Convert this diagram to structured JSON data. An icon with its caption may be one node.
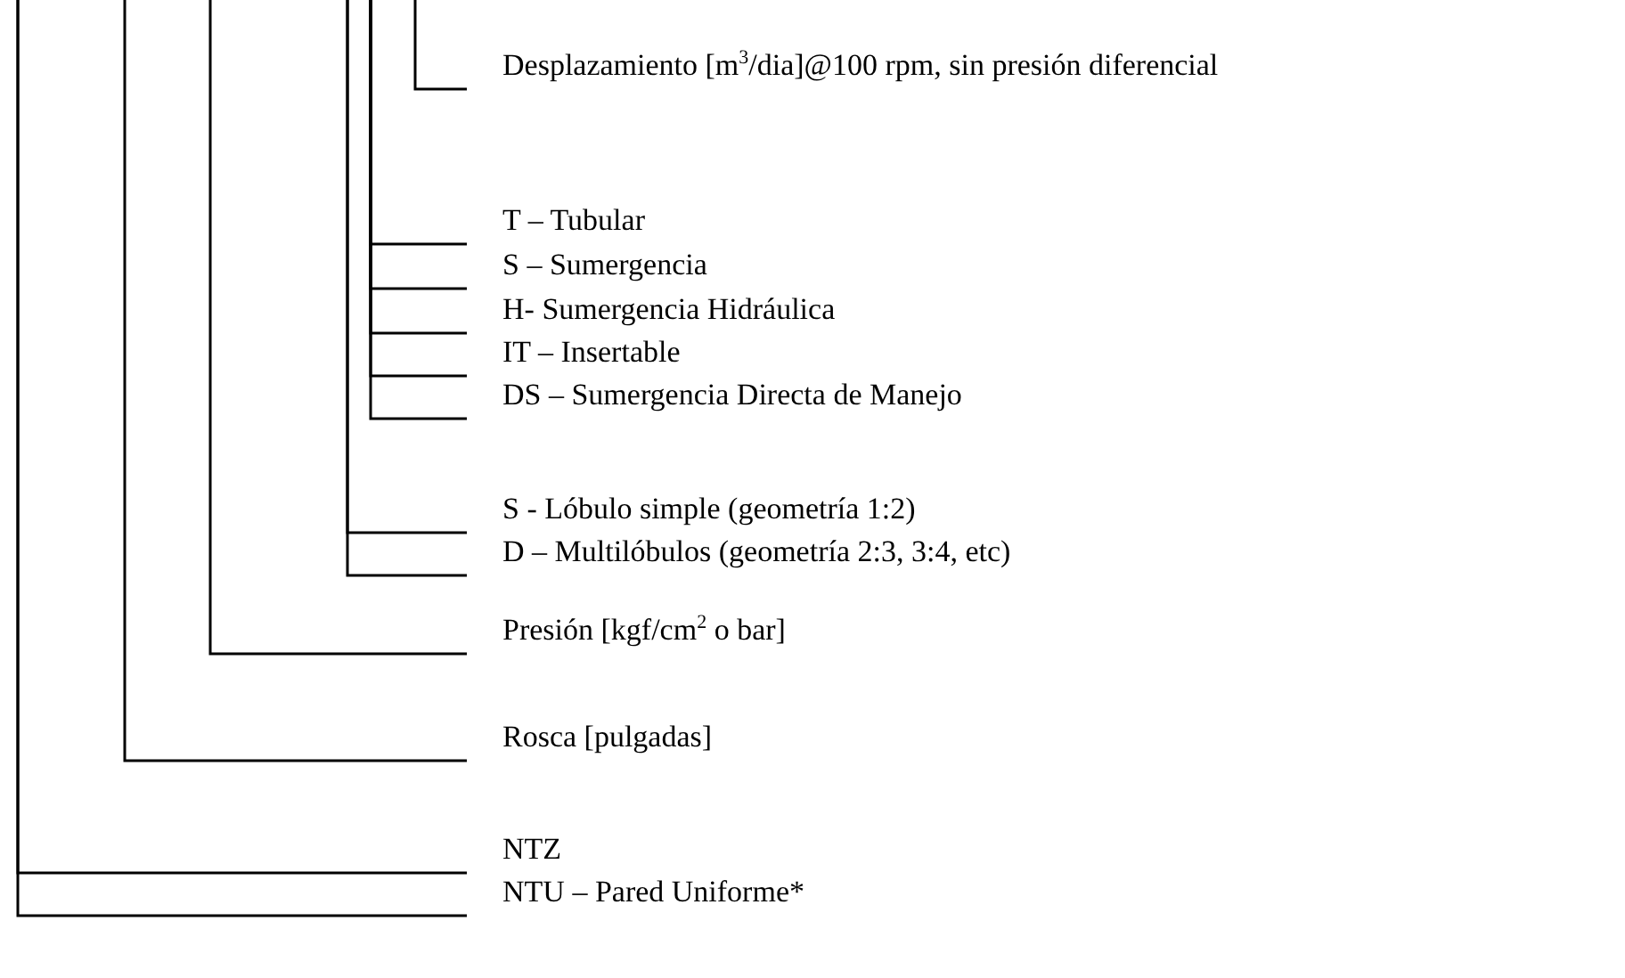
{
  "diagram": {
    "nodes": [
      {
        "text": [
          "Desplazamiento [m$^{3}$/dia]@100 rpm, sin presión diferencial"
        ]
      },
      {
        "text": [
          "T – Tubular"
        ]
      },
      {
        "text": [
          "S – Sumergencia"
        ]
      },
      {
        "text": [
          "H- Sumergencia Hidráulica"
        ]
      },
      {
        "text": [
          "IT – Insertable"
        ]
      },
      {
        "text": [
          "DS – Sumergencia Directa de Manejo"
        ]
      },
      {
        "text": [
          "S - Lóbulo simple (geometría 1:2)"
        ]
      },
      {
        "text": [
          "D – Multilóbulos (geometría 2:3, 3:4, etc)"
        ]
      },
      {
        "text": [
          "Presión [kgf/cm$^{2}$ o bar]"
        ]
      },
      {
        "text": [
          "Rosca [pulgadas]"
        ]
      },
      {
        "text": [
          "NTZ"
        ]
      },
      {
        "text": [
          "NTU – Pared Uniforme*"
        ]
      }
    ],
    "edges": [
      {
        "from": 0,
        "to": null,
        "arrow": "none"
      },
      {
        "from": 1,
        "to": null,
        "arrow": "none"
      },
      {
        "from": 2,
        "to": null,
        "arrow": "none"
      },
      {
        "from": 3,
        "to": null,
        "arrow": "none"
      },
      {
        "from": 4,
        "to": null,
        "arrow": "none"
      },
      {
        "from": 5,
        "to": null,
        "arrow": "none"
      },
      {
        "from": 6,
        "to": null,
        "arrow": "none"
      },
      {
        "from": 7,
        "to": null,
        "arrow": "none"
      },
      {
        "from": 8,
        "to": null,
        "arrow": "none"
      },
      {
        "from": 9,
        "to": null,
        "arrow": "none"
      },
      {
        "from": 10,
        "to": null,
        "arrow": "none"
      },
      {
        "from": 11,
        "to": null,
        "arrow": "none"
      }
    ]
  }
}
